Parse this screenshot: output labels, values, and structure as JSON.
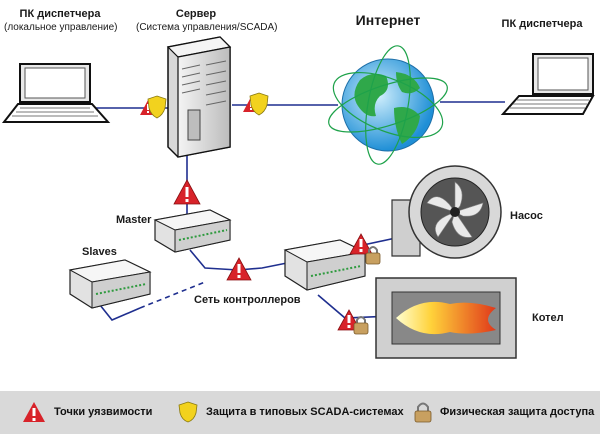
{
  "nodes": {
    "operator_pc_local_title": "ПК диспетчера",
    "operator_pc_local_sub": "(локальное управление)",
    "server_title": "Сервер",
    "server_sub": "(Система управления/SCADA)",
    "internet": "Интернет",
    "operator_pc_remote": "ПК диспетчера",
    "master": "Master",
    "slaves": "Slaves",
    "controller_network": "Сеть контроллеров",
    "pump": "Насос",
    "boiler": "Котел"
  },
  "legend": {
    "vulnerability": "Точки уязвимости",
    "scada_protection": "Защита в типовых SCADA-системах",
    "physical_protection": "Физическая защита доступа"
  },
  "colors": {
    "line": "#1f2f8f",
    "warning": "#d8232a",
    "shield": "#f2d21e",
    "lock": "#c8a060",
    "legend_bg": "#d9d9d9"
  }
}
